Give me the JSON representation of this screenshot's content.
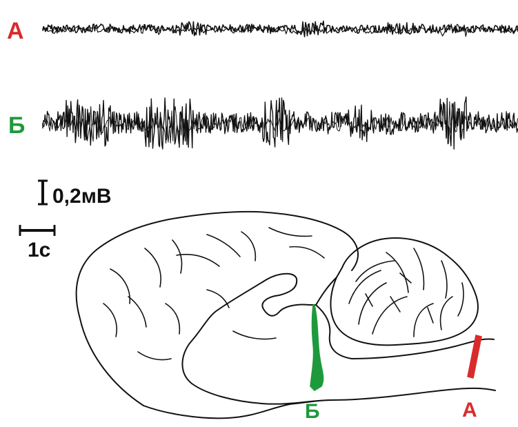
{
  "traces": {
    "a": {
      "label": "А",
      "color": "#d92b2b"
    },
    "b": {
      "label": "Б",
      "color": "#1e9a3c"
    }
  },
  "scale_bars": {
    "amplitude": "0,2мВ",
    "time": "1с"
  },
  "section_marks": {
    "a": {
      "label": "А",
      "color": "#d92b2b"
    },
    "b": {
      "label": "Б",
      "color": "#1e9a3c"
    }
  }
}
